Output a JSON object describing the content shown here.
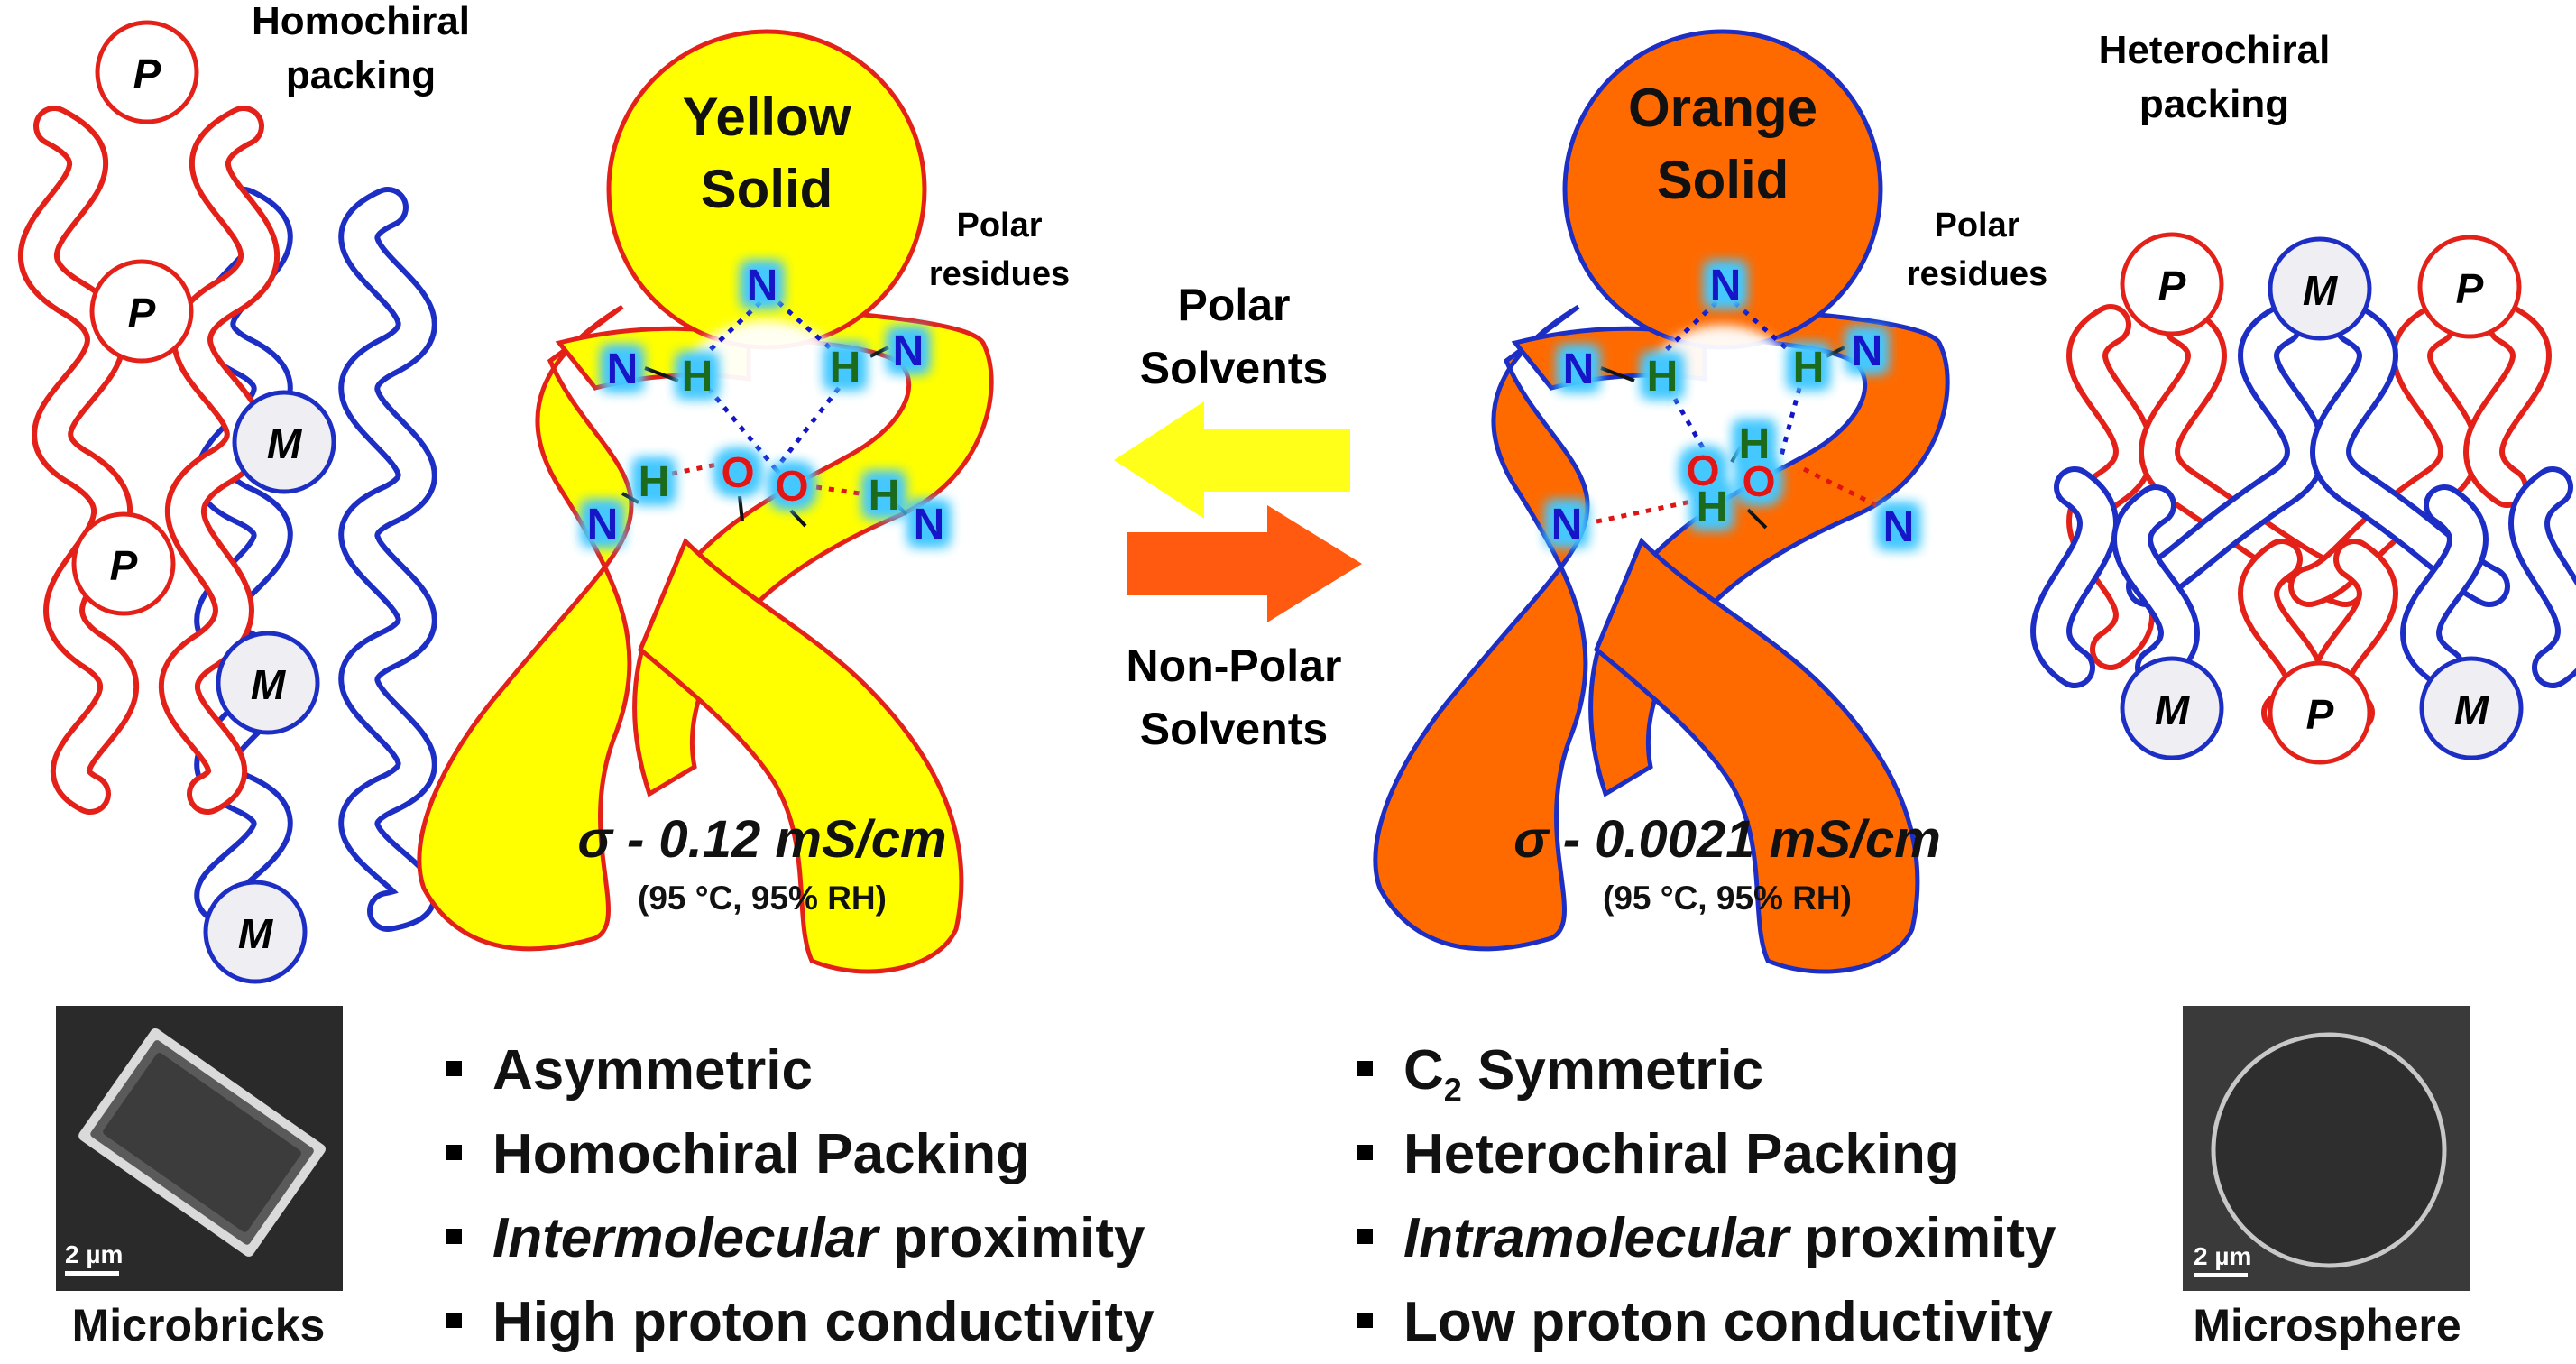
{
  "left_panel": {
    "title_line1": "Homochiral",
    "title_line2": "packing",
    "labels": [
      "P",
      "P",
      "P",
      "M",
      "M",
      "M"
    ]
  },
  "right_panel": {
    "title_line1": "Heterochiral",
    "title_line2": "packing",
    "top_labels": [
      "P",
      "M",
      "P"
    ],
    "bottom_labels": [
      "M",
      "P",
      "M"
    ]
  },
  "yellow_state": {
    "name_line1": "Yellow",
    "name_line2": "Solid",
    "polar_line1": "Polar",
    "polar_line2": "residues",
    "conductivity": "σ - 0.12 mS/cm",
    "conditions": "(95 °C, 95% RH)"
  },
  "orange_state": {
    "name_line1": "Orange",
    "name_line2": "Solid",
    "polar_line1": "Polar",
    "polar_line2": "residues",
    "conductivity": "σ - 0.0021 mS/cm",
    "conditions": "(95 °C, 95% RH)"
  },
  "atoms": {
    "n": "N",
    "h": "H",
    "o": "O"
  },
  "middle": {
    "top_line1": "Polar",
    "top_line2": "Solvents",
    "bottom_line1": "Non-Polar",
    "bottom_line2": "Solvents"
  },
  "left_list": {
    "item1": "Asymmetric",
    "item2": "Homochiral Packing",
    "item3_italic": "Intermolecular",
    "item3_rest": " proximity",
    "item4": "High proton conductivity"
  },
  "right_list": {
    "item1_prefix": "C",
    "item1_sub": "2",
    "item1_rest": " Symmetric",
    "item2": "Heterochiral Packing",
    "item3_italic": "Intramolecular",
    "item3_rest": " proximity",
    "item4": "Low proton conductivity"
  },
  "micrographs": {
    "left_caption": "Microbricks",
    "right_caption": "Microsphere",
    "scale_label": "2 µm"
  },
  "colors": {
    "red": "#e32119",
    "blue": "#1d2ec4",
    "yellow": "#ffff00",
    "orange": "#ff6a00",
    "nitrogen": "#1515c8",
    "hydrogen": "#1d6b1d",
    "oxygen": "#e01414",
    "glow": "#45c8ff"
  }
}
